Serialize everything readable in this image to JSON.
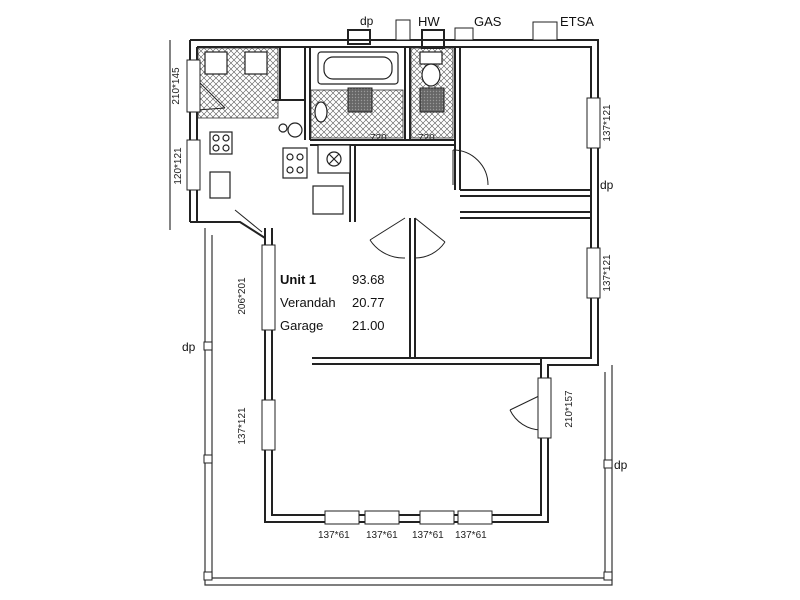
{
  "utilities": {
    "downpipe": "dp",
    "hot_water": "HW",
    "gas": "GAS",
    "etsa": "ETSA"
  },
  "area_schedule": [
    {
      "label": "Unit 1",
      "value": "93.68"
    },
    {
      "label": "Verandah",
      "value": "20.77"
    },
    {
      "label": "Garage",
      "value": "21.00"
    }
  ],
  "window_sizes": {
    "w_left_top": "210*145",
    "w_left_kitchen": "120*121",
    "w_left_garage": "206*201",
    "w_left_lower": "137*121",
    "w_right_top": "137*121",
    "w_right_mid": "137*121",
    "w_right_door": "210*157",
    "w_bottom_1": "137*61",
    "w_bottom_2": "137*61",
    "w_bottom_3": "137*61",
    "w_bottom_4": "137*61"
  },
  "door_sizes": {
    "d1": "720",
    "d2": "720"
  },
  "downpipes": {
    "dp_top": "dp",
    "dp_right": "dp",
    "dp_left": "dp",
    "dp_lower_right": "dp"
  }
}
